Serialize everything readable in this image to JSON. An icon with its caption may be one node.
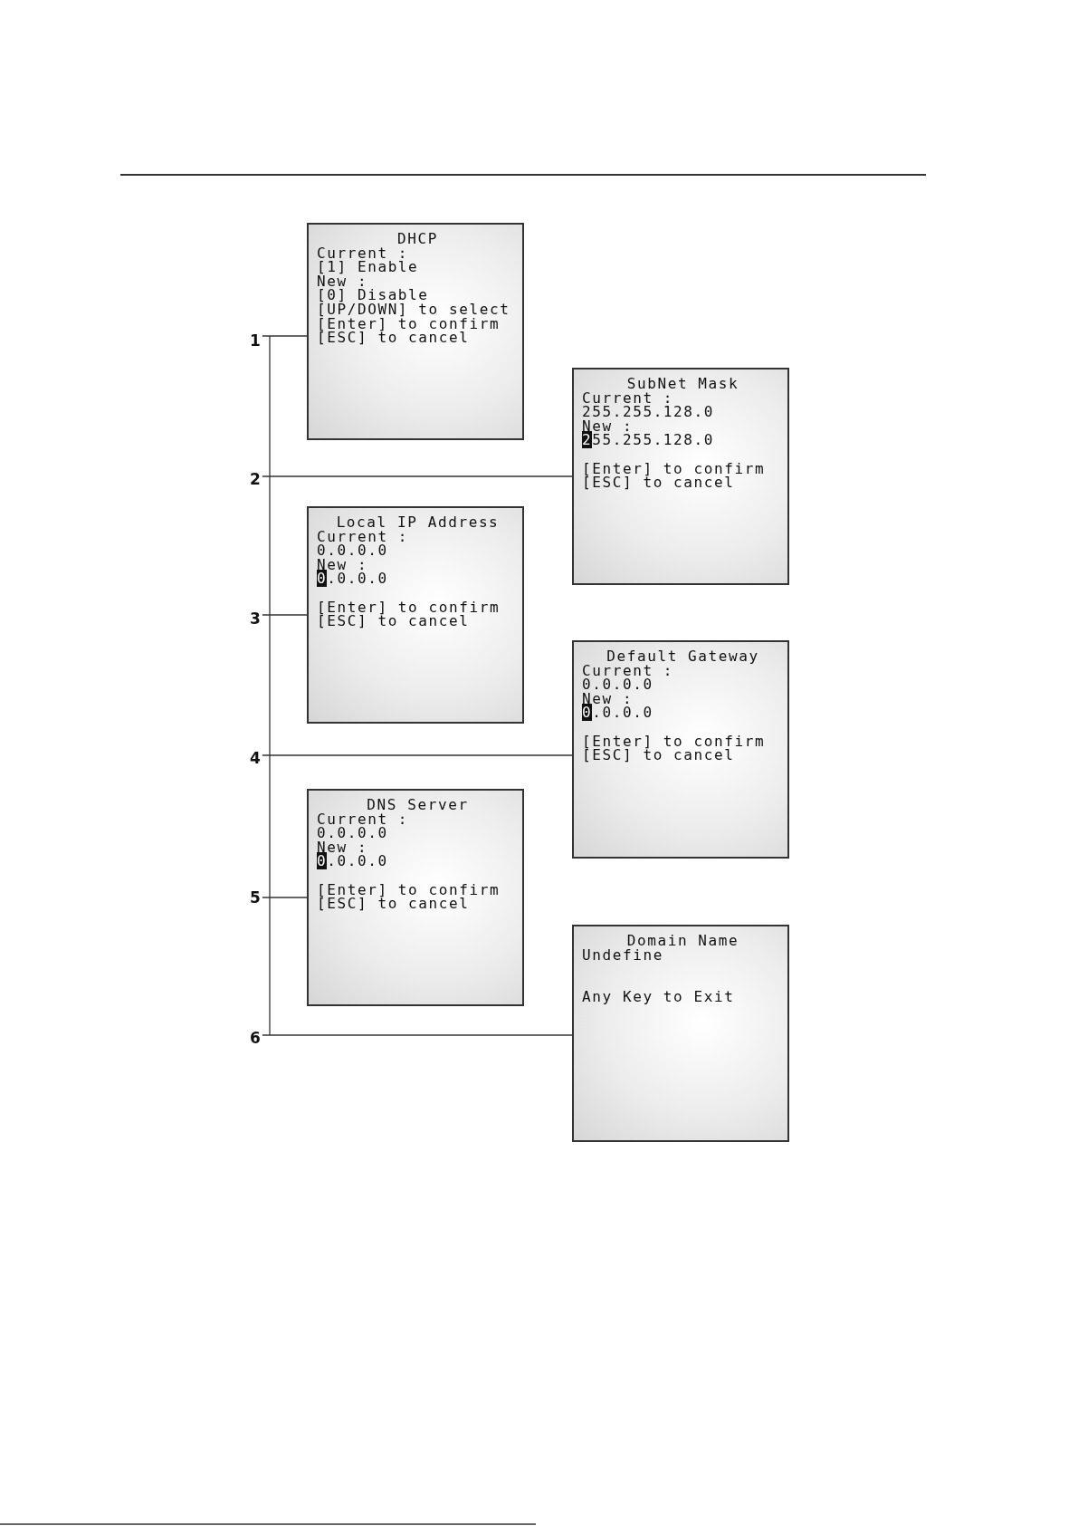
{
  "diagram": {
    "nodes": [
      {
        "text": [
          "DHCP",
          "Current :",
          "[1] Enable",
          "New :",
          "[0] Disable",
          "[UP/DOWN] to select",
          "[Enter] to confirm",
          "[ESC] to cancel"
        ]
      },
      {
        "text": [
          "1"
        ]
      },
      {
        "text": [
          "SubNet Mask",
          "Current :",
          "255.255.128.0",
          "New :",
          "255.255.128.0",
          "[Enter] to confirm",
          "[ESC] to cancel"
        ]
      },
      {
        "text": [
          "2"
        ]
      },
      {
        "text": [
          "Local IP Address",
          "Current :",
          "0.0.0.0",
          "New :",
          "0.0.0.0",
          "[Enter] to confirm",
          "[ESC] to cancel"
        ]
      },
      {
        "text": [
          "3"
        ]
      },
      {
        "text": [
          "Default Gateway",
          "Current :",
          "0.0.0.0",
          "New :",
          "0.0.0.0",
          "[Enter] to confirm",
          "[ESC] to cancel"
        ]
      },
      {
        "text": [
          "4"
        ]
      },
      {
        "text": [
          "DNS Server",
          "Current :",
          "0.0.0.0",
          "New :",
          "0.0.0.0",
          "[Enter] to confirm",
          "[ESC] to cancel"
        ]
      },
      {
        "text": [
          "5"
        ]
      },
      {
        "text": [
          "Domain Name",
          "Undefine",
          "Any Key to Exit"
        ]
      },
      {
        "text": [
          "6"
        ]
      }
    ],
    "edges": [
      {
        "from": 1,
        "to": 0,
        "arrow": "none"
      },
      {
        "from": 3,
        "to": 2,
        "arrow": "none"
      },
      {
        "from": 5,
        "to": 4,
        "arrow": "none"
      },
      {
        "from": 7,
        "to": 6,
        "arrow": "none"
      },
      {
        "from": 9,
        "to": 8,
        "arrow": "none"
      },
      {
        "from": 11,
        "to": 10,
        "arrow": "none"
      }
    ]
  }
}
